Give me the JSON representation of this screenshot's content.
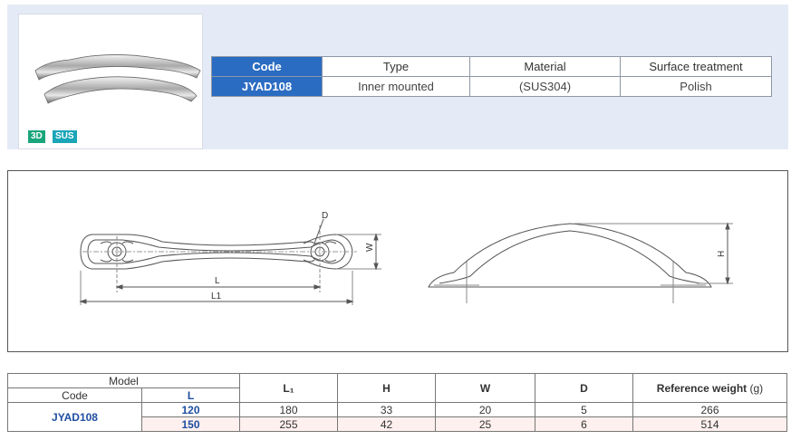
{
  "badges": {
    "three_d": "3D",
    "sus": "SUS"
  },
  "spec": {
    "headers": [
      "Code",
      "Type",
      "Material",
      "Surface treatment"
    ],
    "row": [
      "JYAD108",
      "Inner mounted",
      "(SUS304)",
      "Polish"
    ]
  },
  "drawing": {
    "labels": {
      "d": "D",
      "w": "W",
      "l": "L",
      "l1": "L1",
      "h": "H"
    }
  },
  "table": {
    "model_label": "Model",
    "code_label": "Code",
    "l_label": "L",
    "l1_label": "L₁",
    "h_label": "H",
    "w_label": "W",
    "d_label": "D",
    "weight_label": "Reference weight",
    "weight_unit": "(g)",
    "code": "JYAD108",
    "rows": [
      {
        "l": "120",
        "l1": "180",
        "h": "33",
        "w": "20",
        "d": "5",
        "weight": "266"
      },
      {
        "l": "150",
        "l1": "255",
        "h": "42",
        "w": "25",
        "d": "6",
        "weight": "514"
      }
    ]
  },
  "colors": {
    "header_blue": "#2a6cc2",
    "text_blue": "#1e4ea1",
    "band": "#e4ebf7",
    "badge_green": "#1aa57a",
    "badge_teal": "#1aa5b8"
  }
}
